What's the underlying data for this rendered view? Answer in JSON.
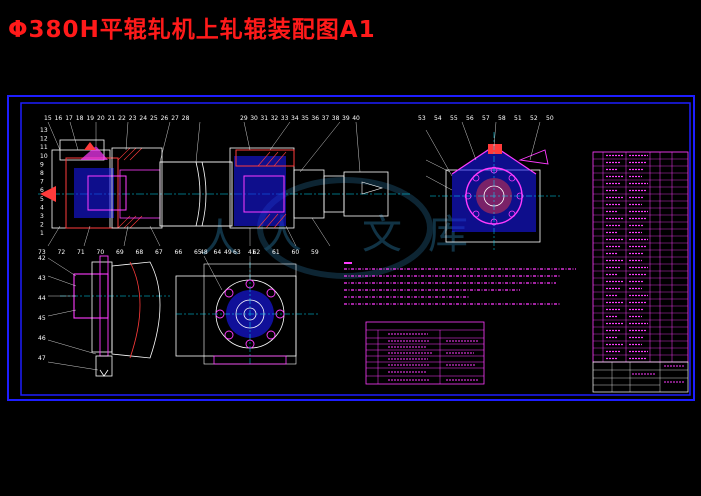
{
  "title": "Φ380H平辊轧机上轧辊装配图A1",
  "colors": {
    "background": "#000000",
    "title": "#ff1a1a",
    "frame": "#1e1eff",
    "part": "#ff3bff",
    "section": "#ff3b3b",
    "line": "#ffffff",
    "centerline": "#00e0ff",
    "watermark": "#17445c"
  },
  "balloons": {
    "top_row_left": [
      "15",
      "16",
      "17",
      "18",
      "19",
      "20",
      "21",
      "22",
      "23",
      "24",
      "25",
      "26",
      "27",
      "28"
    ],
    "top_row_right": [
      "29",
      "30",
      "31",
      "32",
      "33",
      "34",
      "35",
      "36",
      "37",
      "38",
      "39",
      "40"
    ],
    "left_column": [
      "13",
      "12",
      "11",
      "10",
      "9",
      "8",
      "7",
      "6",
      "5",
      "4",
      "3",
      "2",
      "1"
    ],
    "bottom_row": [
      "73",
      "72",
      "71",
      "70",
      "69",
      "68",
      "67",
      "66",
      "65",
      "64",
      "63",
      "62",
      "61",
      "60",
      "59"
    ],
    "section_view_top": [
      "53",
      "54",
      "55",
      "56",
      "57",
      "58",
      "51",
      "52",
      "50"
    ],
    "side_view": [
      "42",
      "43",
      "44",
      "45",
      "46",
      "47"
    ],
    "flange_view": [
      "48",
      "49",
      "41"
    ]
  },
  "watermark_glyphs": [
    "人",
    "人",
    "文",
    "库"
  ]
}
